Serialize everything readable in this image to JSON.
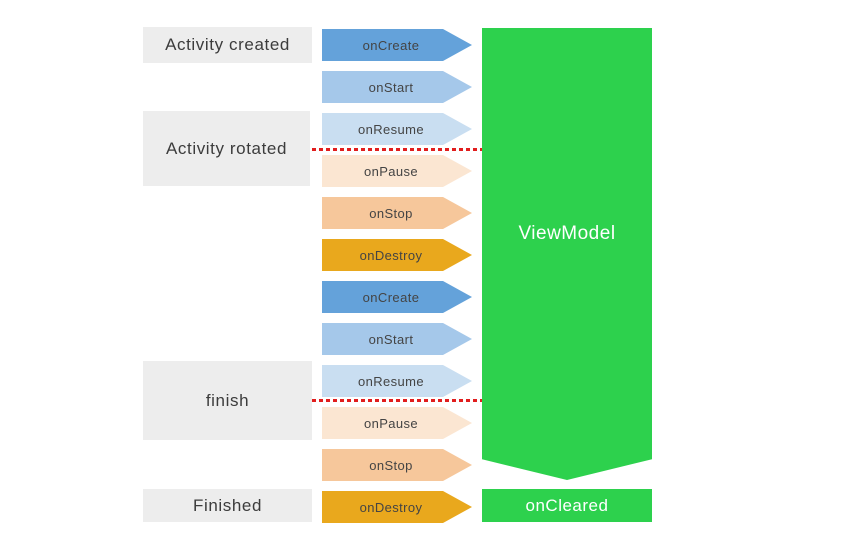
{
  "diagram": {
    "stages": [
      {
        "label": "Activity created"
      },
      {
        "label": "Activity rotated"
      },
      {
        "label": "finish"
      },
      {
        "label": "Finished"
      }
    ],
    "arrows": [
      {
        "label": "onCreate",
        "color": "#64a2da"
      },
      {
        "label": "onStart",
        "color": "#a5c8ea"
      },
      {
        "label": "onResume",
        "color": "#c9def1"
      },
      {
        "label": "onPause",
        "color": "#fbe6d2"
      },
      {
        "label": "onStop",
        "color": "#f6c79b"
      },
      {
        "label": "onDestroy",
        "color": "#e9a81d"
      },
      {
        "label": "onCreate",
        "color": "#64a2da"
      },
      {
        "label": "onStart",
        "color": "#a5c8ea"
      },
      {
        "label": "onResume",
        "color": "#c9def1"
      },
      {
        "label": "onPause",
        "color": "#fbe6d2"
      },
      {
        "label": "onStop",
        "color": "#f6c79b"
      },
      {
        "label": "onDestroy",
        "color": "#e9a81d"
      }
    ],
    "viewmodel": {
      "label": "ViewModel",
      "color": "#2dd14d"
    },
    "oncleared": {
      "label": "onCleared",
      "color": "#2dd14d"
    },
    "divider_color": "#e11d1d",
    "stage_box_color": "#ededed"
  }
}
